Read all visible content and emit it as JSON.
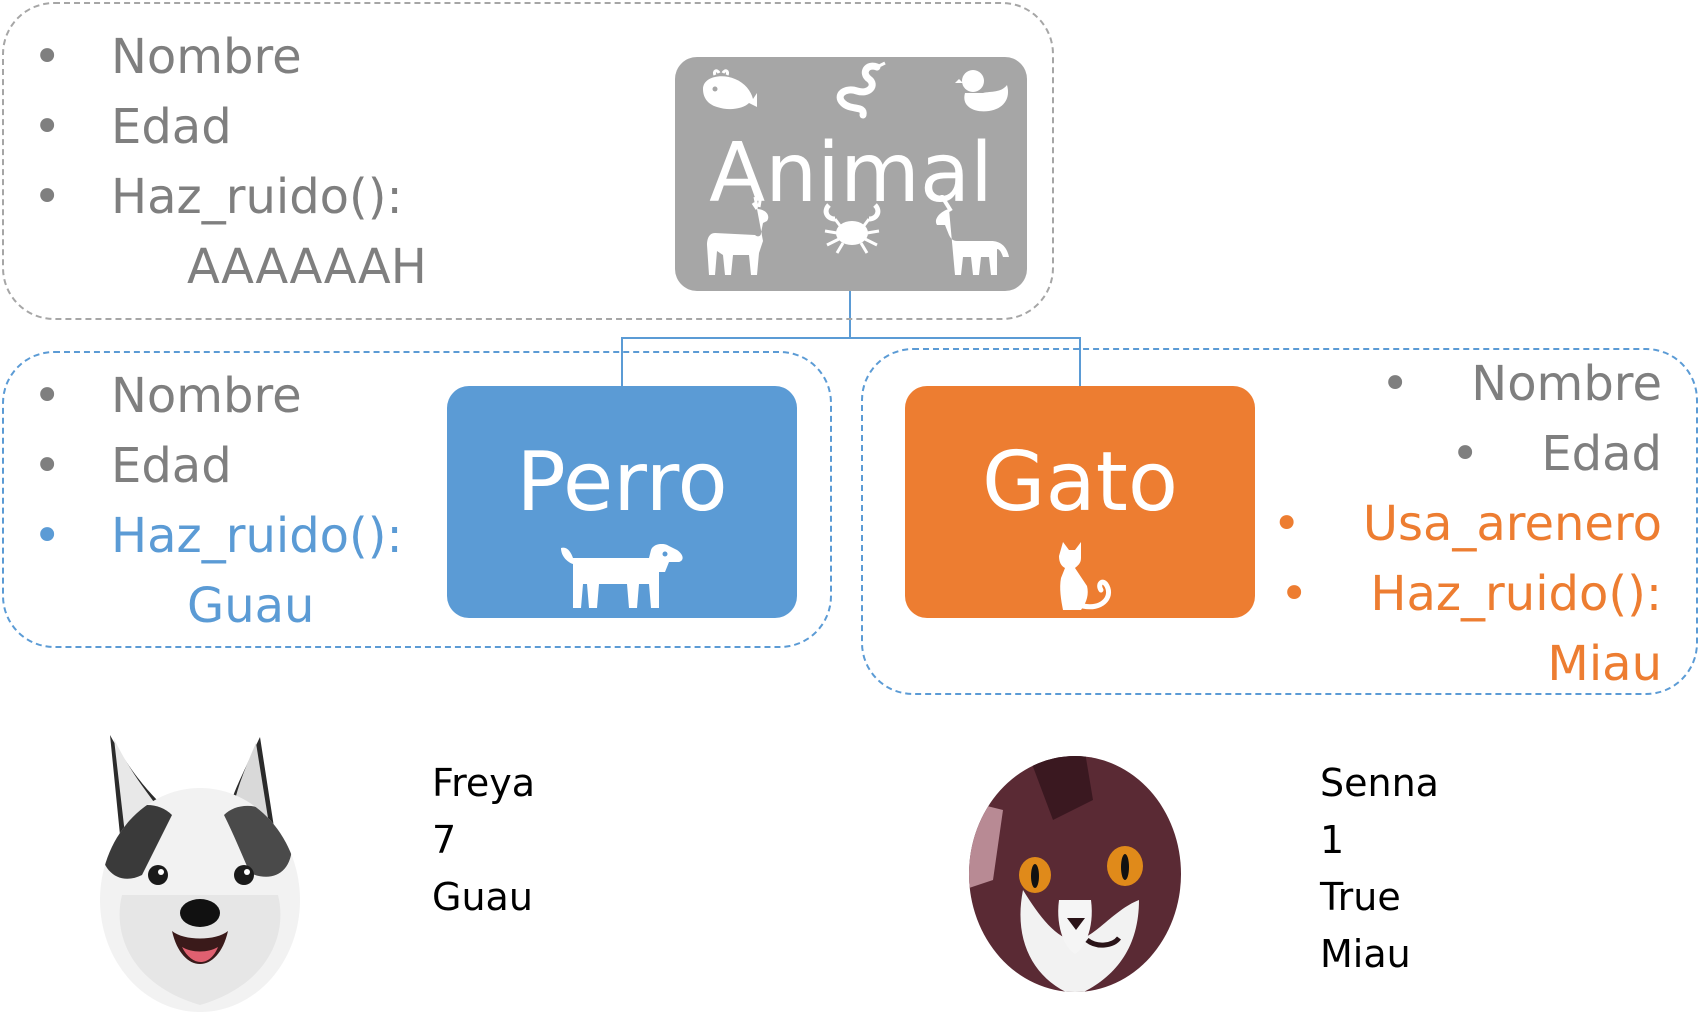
{
  "animal": {
    "title": "Animal",
    "attributes": [
      "Nombre",
      "Edad",
      "Haz_ruido():"
    ],
    "sound": "AAAAAAH",
    "icons": [
      "whale-icon",
      "snake-icon",
      "duck-icon",
      "deer-icon",
      "crab-icon",
      "unicorn-icon"
    ]
  },
  "perro": {
    "title": "Perro",
    "attributes": [
      "Nombre",
      "Edad",
      "Haz_ruido():"
    ],
    "sound": "Guau",
    "icon": "dog-icon"
  },
  "gato": {
    "title": "Gato",
    "attributes": [
      "Nombre",
      "Edad",
      "Usa_arenero",
      "Haz_ruido():"
    ],
    "sound": "Miau",
    "icon": "cat-icon"
  },
  "instances": {
    "dog": {
      "values": [
        "Freya",
        "7",
        "Guau"
      ]
    },
    "cat": {
      "values": [
        "Senna",
        "1",
        "True",
        "Miau"
      ]
    }
  },
  "colors": {
    "animal": "#a6a6a6",
    "perro": "#5b9bd5",
    "gato": "#ed7d31",
    "inherited_text": "#7f7f7f",
    "connector": "#5b9bd5"
  }
}
